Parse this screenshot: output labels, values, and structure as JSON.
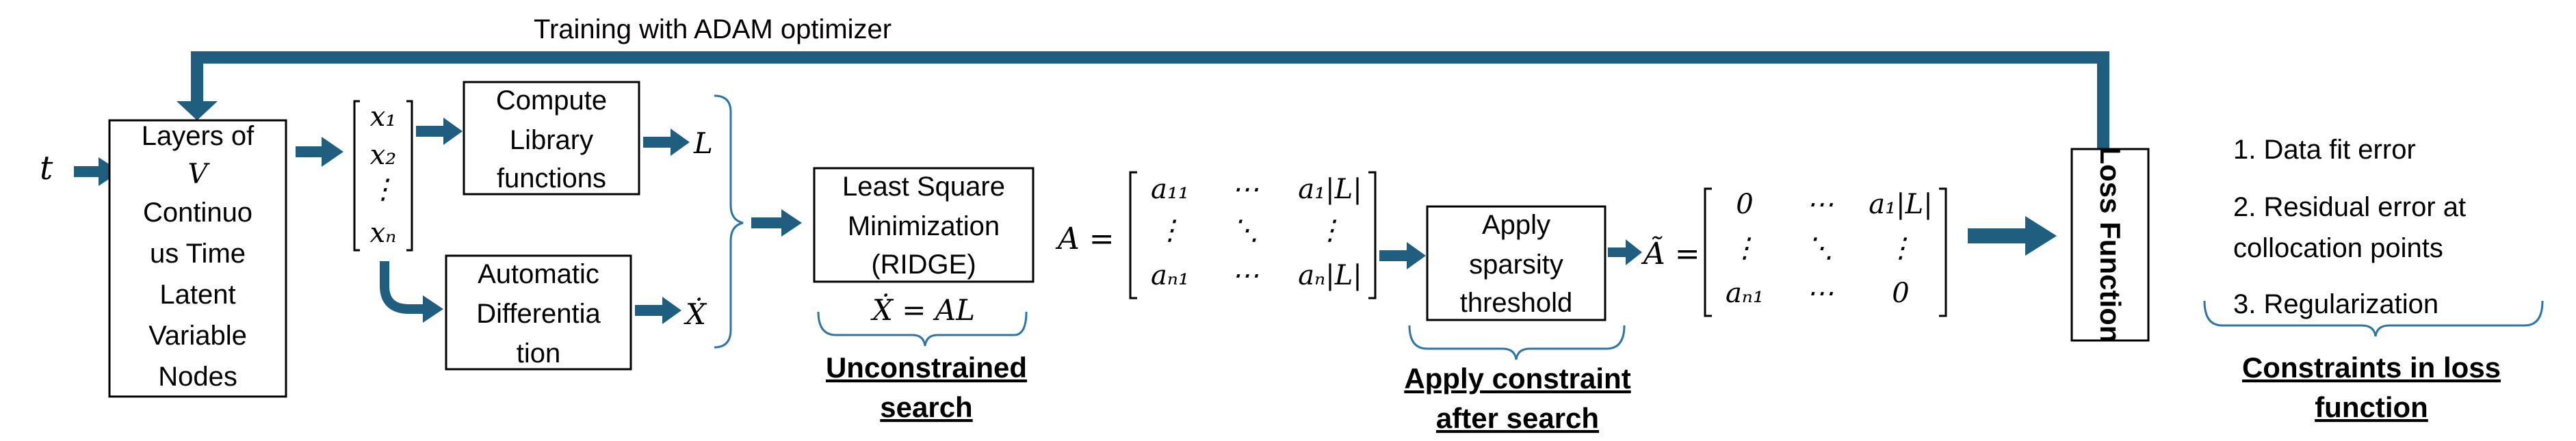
{
  "top_label": "Training with ADAM optimizer",
  "input_var": "t",
  "layers_box": [
    "Layers of",
    "V",
    "Continuo",
    "us Time",
    "Latent",
    "Variable",
    "Nodes"
  ],
  "x_vector": [
    "x₁",
    "x₂",
    "⋮",
    "xₙ"
  ],
  "compute_box": [
    "Compute",
    "Library",
    "functions"
  ],
  "autodiff_box": [
    "Automatic",
    "Differentia",
    "tion"
  ],
  "L_label": "L",
  "xdot_label": "Ẋ",
  "lsq_box": [
    "Least Square",
    "Minimization",
    "(RIDGE)"
  ],
  "lsq_equation": "Ẋ = AL",
  "unconstrained_label": [
    "Unconstrained",
    "search"
  ],
  "A_prefix": "A =",
  "A_matrix": {
    "row1": [
      "a₁₁",
      "⋯",
      "a₁|L|"
    ],
    "row2": [
      "⋮",
      "⋱",
      "⋮"
    ],
    "row3": [
      "aₙ₁",
      "⋯",
      "aₙ|L|"
    ]
  },
  "sparsity_box": [
    "Apply",
    "sparsity",
    "threshold"
  ],
  "apply_constraint_label": [
    "Apply constraint",
    "after search"
  ],
  "Atilde_prefix": "Ã =",
  "Atilde_matrix": {
    "row1": [
      "0",
      "⋯",
      "a₁|L|"
    ],
    "row2": [
      "⋮",
      "⋱",
      "⋮"
    ],
    "row3": [
      "aₙ₁",
      "⋯",
      "0"
    ]
  },
  "loss_box": "Loss Function",
  "constraints_list": [
    "1. Data fit error",
    "2. Residual error at",
    "collocation points",
    "3. Regularization"
  ],
  "constraints_label": [
    "Constraints in loss",
    "function"
  ],
  "colors": {
    "arrow": "#1f5e7e",
    "text": "#000000",
    "brace": "#2e75a6",
    "box_stroke": "#000000"
  }
}
